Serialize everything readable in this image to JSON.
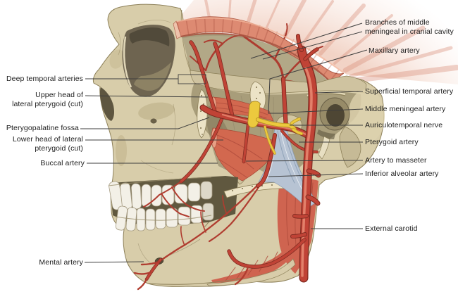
{
  "figure": {
    "type": "anatomical-diagram",
    "subject_labels_total": 15
  },
  "labels": {
    "left": [
      {
        "id": "deep-temporal-arteries",
        "text": "Deep temporal arteries"
      },
      {
        "id": "upper-head-lateral-pterygoid",
        "text": "Upper head of\nlateral pterygoid (cut)"
      },
      {
        "id": "pterygopalatine-fossa",
        "text": "Pterygopalatine fossa"
      },
      {
        "id": "lower-head-lateral-pterygoid",
        "text": "Lower head of lateral\npterygoid (cut)"
      },
      {
        "id": "buccal-artery",
        "text": "Buccal artery"
      },
      {
        "id": "mental-artery",
        "text": "Mental artery"
      }
    ],
    "right": [
      {
        "id": "branches-middle-meningeal",
        "text": "Branches of middle\nmeningeal in cranial cavity"
      },
      {
        "id": "maxillary-artery",
        "text": "Maxillary artery"
      },
      {
        "id": "superficial-temporal-artery",
        "text": "Superficial temporal artery"
      },
      {
        "id": "middle-meningeal-artery",
        "text": "Middle meningeal artery"
      },
      {
        "id": "auriculotemporal-nerve",
        "text": "Auriculotemporal nerve"
      },
      {
        "id": "pterygoid-artery",
        "text": "Pterygoid artery"
      },
      {
        "id": "artery-to-masseter",
        "text": "Artery to masseter"
      },
      {
        "id": "inferior-alveolar-artery",
        "text": "Inferior alveolar artery"
      },
      {
        "id": "external-carotid",
        "text": "External carotid"
      }
    ]
  },
  "colors": {
    "background": "#ffffff",
    "bone": "#d8cdaa",
    "bone_shadow": "#a89d7a",
    "artery_red": "#c04336",
    "nerve_yellow": "#ecc93e",
    "ligament_blue": "#b7c3d3",
    "muscle_salmon": "#d2684f",
    "cut_calvaria_band": "#dd8a72",
    "label_text": "#1b1b1b",
    "leader_line": "#3d3d3d"
  }
}
